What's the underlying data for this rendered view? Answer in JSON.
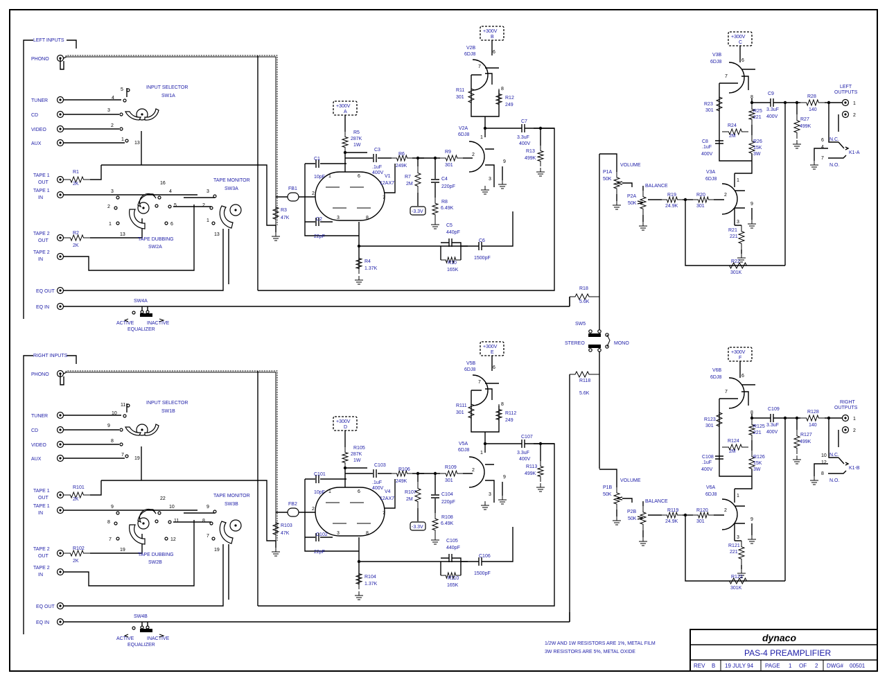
{
  "title_block": {
    "brand": "dynaco",
    "title": "PAS-4 PREAMPLIFIER",
    "rev_label": "REV",
    "rev": "B",
    "date": "19 JULY 94",
    "page_label": "PAGE",
    "page": "1",
    "of_label": "OF",
    "of": "2",
    "dwg_label": "DWG#",
    "dwg": "00501"
  },
  "notes": [
    "1/2W AND 1W RESISTORS ARE 1%, METAL FILM",
    "3W RESISTORS ARE 5%, METAL OXIDE"
  ],
  "common": {
    "sw5": "SW5",
    "stereo": "STEREO",
    "mono": "MONO",
    "r18": "R18",
    "r18v": "5.6K",
    "r118": "R118",
    "r118v": "5.6K"
  },
  "channels": [
    {
      "group_label": "LEFT INPUTS",
      "inputs": [
        "PHONO",
        "TUNER",
        "CD",
        "VIDEO",
        "AUX"
      ],
      "tape": {
        "t1out": [
          "TAPE 1",
          "OUT"
        ],
        "t1in": [
          "TAPE 1",
          "IN"
        ],
        "t2out": [
          "TAPE 2",
          "OUT"
        ],
        "t2in": [
          "TAPE 2",
          "IN"
        ]
      },
      "eq": [
        "EQ OUT",
        "EQ IN"
      ],
      "selector": [
        "INPUT SELECTOR",
        "SW1A"
      ],
      "selector_pins": [
        "5",
        "4",
        "3",
        "2",
        "1",
        "13"
      ],
      "dubbing": [
        "TAPE DUBBING",
        "SW2A"
      ],
      "dubbing_pins": [
        "3",
        "16",
        "4",
        "2",
        "5",
        "1",
        "13",
        "6"
      ],
      "monitor": [
        "TAPE MONITOR",
        "SW3A"
      ],
      "monitor_pins": [
        "3",
        "2",
        "1",
        "13"
      ],
      "sw4": "SW4A",
      "active": "ACTIVE",
      "inactive": "INACTIVE",
      "equalizer": "EQUALIZER",
      "r1": [
        "R1",
        "2K"
      ],
      "r2": [
        "R2",
        "2K"
      ],
      "fb": "FB1",
      "r3": [
        "R3",
        "47K"
      ],
      "c1": [
        "C1",
        "10pF"
      ],
      "c2": [
        "C2",
        "22pF"
      ],
      "hv_a": [
        "+300V",
        "A"
      ],
      "r5": [
        "R5",
        "287K",
        "1W"
      ],
      "c3": [
        "C3",
        ".1uF",
        "400V"
      ],
      "r6": [
        "R6",
        "249K"
      ],
      "r7": [
        "R7",
        "2M"
      ],
      "neg": "-3.3V",
      "c4": [
        "C4",
        "220pF"
      ],
      "r8": [
        "R8",
        "6.49K"
      ],
      "r9": [
        "R9",
        "301"
      ],
      "v1": [
        "V1",
        "12AX7"
      ],
      "v1_pins": [
        "1",
        "6",
        "2",
        "7",
        "3",
        "8"
      ],
      "r4": [
        "R4",
        "1.37K"
      ],
      "c5": [
        "C5",
        "440pF"
      ],
      "r10": [
        "R10",
        "165K"
      ],
      "c6": [
        "C6",
        "1500pF"
      ],
      "hv_b": [
        "+300V",
        "B"
      ],
      "v2b": [
        "V2B",
        "6DJ8"
      ],
      "v2b_pins": [
        "6",
        "7",
        "8"
      ],
      "r11": [
        "R11",
        "301"
      ],
      "r12": [
        "R12",
        "249"
      ],
      "v2a": [
        "V2A",
        "6DJ8"
      ],
      "v2a_pins": [
        "1",
        "2",
        "3",
        "9"
      ],
      "c7": [
        "C7",
        "3.3uF",
        "400V"
      ],
      "r13": [
        "R13",
        "499K"
      ],
      "p1": [
        "P1A",
        "50K"
      ],
      "volume": "VOLUME",
      "p2": [
        "P2A",
        "50K"
      ],
      "balance": "BALANCE",
      "r19": [
        "R19",
        "24.9K"
      ],
      "r20": [
        "R20",
        "301"
      ],
      "v3a": [
        "V3A",
        "6DJ8"
      ],
      "v3a_pins": [
        "1",
        "2",
        "3",
        "9"
      ],
      "r21": [
        "R21",
        "221"
      ],
      "r22": [
        "R22",
        "301K"
      ],
      "hv_c": [
        "+300V",
        "C"
      ],
      "v3b": [
        "V3B",
        "6DJ8"
      ],
      "v3b_pins": [
        "6",
        "7",
        "8"
      ],
      "r23": [
        "R23",
        "301"
      ],
      "r24": [
        "R24",
        "2M"
      ],
      "c8": [
        "C8",
        ".1uF",
        "400V"
      ],
      "r25": [
        "R25",
        "221"
      ],
      "r26": [
        "R26",
        "15K",
        "3W"
      ],
      "c9": [
        "C9",
        "3.3uF",
        "400V"
      ],
      "r28": [
        "R28",
        "140"
      ],
      "r27": [
        "R27",
        "499K"
      ],
      "outputs": [
        "LEFT",
        "OUTPUTS"
      ],
      "out_pins": [
        "1",
        "2"
      ],
      "relay": "K1-A",
      "nc": "N.C.",
      "no": "N.O.",
      "relay_pins": [
        "6",
        "4",
        "7"
      ]
    },
    {
      "group_label": "RIGHT INPUTS",
      "inputs": [
        "PHONO",
        "TUNER",
        "CD",
        "VIDEO",
        "AUX"
      ],
      "tape": {
        "t1out": [
          "TAPE 1",
          "OUT"
        ],
        "t1in": [
          "TAPE 1",
          "IN"
        ],
        "t2out": [
          "TAPE 2",
          "OUT"
        ],
        "t2in": [
          "TAPE 2",
          "IN"
        ]
      },
      "eq": [
        "EQ OUT",
        "EQ IN"
      ],
      "selector": [
        "INPUT SELECTOR",
        "SW1B"
      ],
      "selector_pins": [
        "11",
        "10",
        "9",
        "8",
        "7",
        "19"
      ],
      "dubbing": [
        "TAPE DUBBING",
        "SW2B"
      ],
      "dubbing_pins": [
        "9",
        "22",
        "10",
        "8",
        "11",
        "7",
        "19",
        "12"
      ],
      "monitor": [
        "TAPE MONITOR",
        "SW3B"
      ],
      "monitor_pins": [
        "9",
        "8",
        "7",
        "19"
      ],
      "sw4": "SW4B",
      "active": "ACTIVE",
      "inactive": "INACTIVE",
      "equalizer": "EQUALIZER",
      "r1": [
        "R101",
        "2K"
      ],
      "r2": [
        "R102",
        "2K"
      ],
      "fb": "FB2",
      "r3": [
        "R103",
        "47K"
      ],
      "c1": [
        "C101",
        "10pF"
      ],
      "c2": [
        "C102",
        "22pF"
      ],
      "hv_a": [
        "+300V",
        "D"
      ],
      "r5": [
        "R105",
        "287K",
        "1W"
      ],
      "c3": [
        "C103",
        ".1uF",
        "400V"
      ],
      "r6": [
        "R106",
        "249K"
      ],
      "r7": [
        "R107",
        "2M"
      ],
      "neg": "-3.3V",
      "c4": [
        "C104",
        "220pF"
      ],
      "r8": [
        "R108",
        "6.49K"
      ],
      "r9": [
        "R109",
        "301"
      ],
      "v1": [
        "V4",
        "12AX7"
      ],
      "v1_pins": [
        "1",
        "6",
        "2",
        "7",
        "3",
        "8"
      ],
      "r4": [
        "R104",
        "1.37K"
      ],
      "c5": [
        "C105",
        "440pF"
      ],
      "r10": [
        "R110",
        "165K"
      ],
      "c6": [
        "C106",
        "1500pF"
      ],
      "hv_b": [
        "+300V",
        "E"
      ],
      "v2b": [
        "V5B",
        "6DJ8"
      ],
      "v2b_pins": [
        "6",
        "7",
        "8"
      ],
      "r11": [
        "R111",
        "301"
      ],
      "r12": [
        "R112",
        "249"
      ],
      "v2a": [
        "V5A",
        "6DJ8"
      ],
      "v2a_pins": [
        "1",
        "2",
        "3",
        "9"
      ],
      "c7": [
        "C107",
        "3.3uF",
        "400V"
      ],
      "r13": [
        "R113",
        "499K"
      ],
      "p1": [
        "P1B",
        "50K"
      ],
      "volume": "VOLUME",
      "p2": [
        "P2B",
        "50K"
      ],
      "balance": "BALANCE",
      "r19": [
        "R119",
        "24.9K"
      ],
      "r20": [
        "R120",
        "301"
      ],
      "v3a": [
        "V6A",
        "6DJ8"
      ],
      "v3a_pins": [
        "1",
        "2",
        "3",
        "9"
      ],
      "r21": [
        "R121",
        "221"
      ],
      "r22": [
        "R122",
        "301K"
      ],
      "hv_c": [
        "+300V",
        "F"
      ],
      "v3b": [
        "V6B",
        "6DJ8"
      ],
      "v3b_pins": [
        "6",
        "7",
        "8"
      ],
      "r23": [
        "R123",
        "301"
      ],
      "r24": [
        "R124",
        "2M"
      ],
      "c8": [
        "C108",
        ".1uF",
        "400V"
      ],
      "r25": [
        "R125",
        "221"
      ],
      "r26": [
        "R126",
        "15K",
        "3W"
      ],
      "c9": [
        "C109",
        "3.3uF",
        "400V"
      ],
      "r28": [
        "R128",
        "140"
      ],
      "r27": [
        "R127",
        "499K"
      ],
      "outputs": [
        "RIGHT",
        "OUTPUTS"
      ],
      "out_pins": [
        "1",
        "2"
      ],
      "relay": "K1-B",
      "nc": "N.C.",
      "no": "N.O.",
      "relay_pins": [
        "10",
        "12",
        "8"
      ]
    }
  ]
}
